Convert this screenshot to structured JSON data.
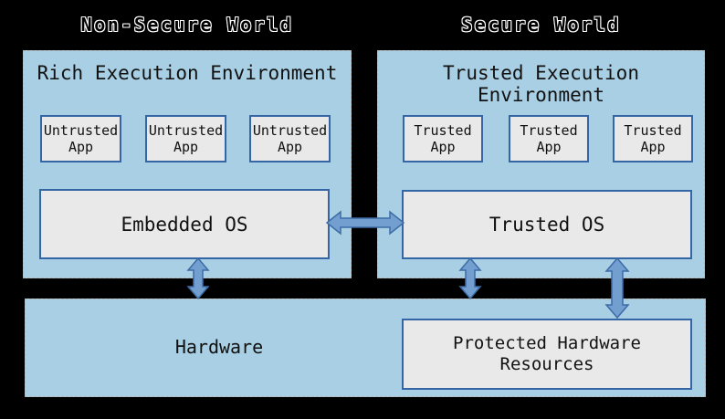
{
  "titles": {
    "non_secure": "Non-Secure World",
    "secure": "Secure World"
  },
  "ree": {
    "header": "Rich Execution Environment",
    "apps": [
      "Untrusted App",
      "Untrusted App",
      "Untrusted App"
    ],
    "os": "Embedded OS"
  },
  "tee": {
    "header": "Trusted Execution Environment",
    "apps": [
      "Trusted App",
      "Trusted App",
      "Trusted App"
    ],
    "os": "Trusted OS"
  },
  "hardware": {
    "label": "Hardware",
    "protected": "Protected Hardware Resources"
  },
  "connectors": [
    "embedded-os to trusted-os (bidirectional)",
    "embedded-os to hardware (bidirectional)",
    "trusted-os to hardware (bidirectional)",
    "trusted-os to protected-hardware-resources (bidirectional)"
  ],
  "colors": {
    "background": "#000000",
    "container_fill": "#a8cfe4",
    "container_border_dashed": "#b5b5b5",
    "box_fill": "#e9e9e9",
    "box_border": "#3465a4",
    "arrow_fill": "#729fcf",
    "arrow_border": "#3c6ba5",
    "title_fill": "#000000",
    "title_outline": "#ffffff",
    "text": "#111111"
  }
}
